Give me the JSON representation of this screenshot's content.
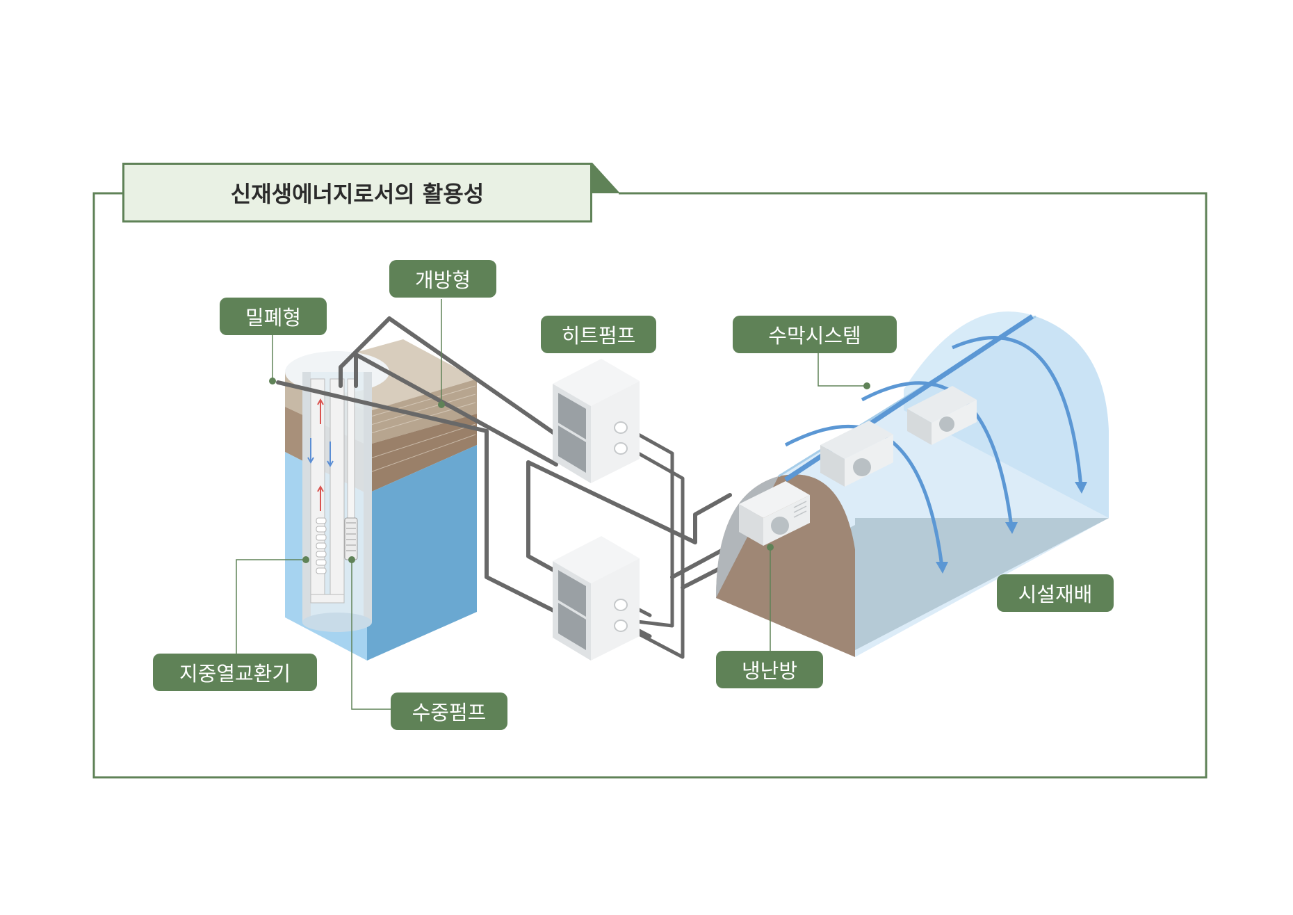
{
  "title": "신재생에너지로서의 활용성",
  "labels": {
    "closed_type": "밀폐형",
    "open_type": "개방형",
    "heat_pump": "히트펌프",
    "water_curtain": "수막시스템",
    "ground_heat_exchanger": "지중열교환기",
    "submersible_pump": "수중펌프",
    "cooling_heating": "냉난방",
    "facility_cultivation": "시설재배"
  },
  "colors": {
    "frame": "#5f8257",
    "label_bg": "#5f8257",
    "title_bg": "#e9f1e4",
    "pipe": "#686868",
    "water": "#a6d3f0",
    "water_dark": "#6aa8d1",
    "soil": "#a8907a",
    "sand": "#c7b9a6",
    "arrow": "#5b97d4",
    "greenhouse": "#cfe6f6",
    "greenhouse_floor": "#a9b4b3"
  },
  "icons": [
    "fan-icon",
    "flow-arrow-icon"
  ]
}
